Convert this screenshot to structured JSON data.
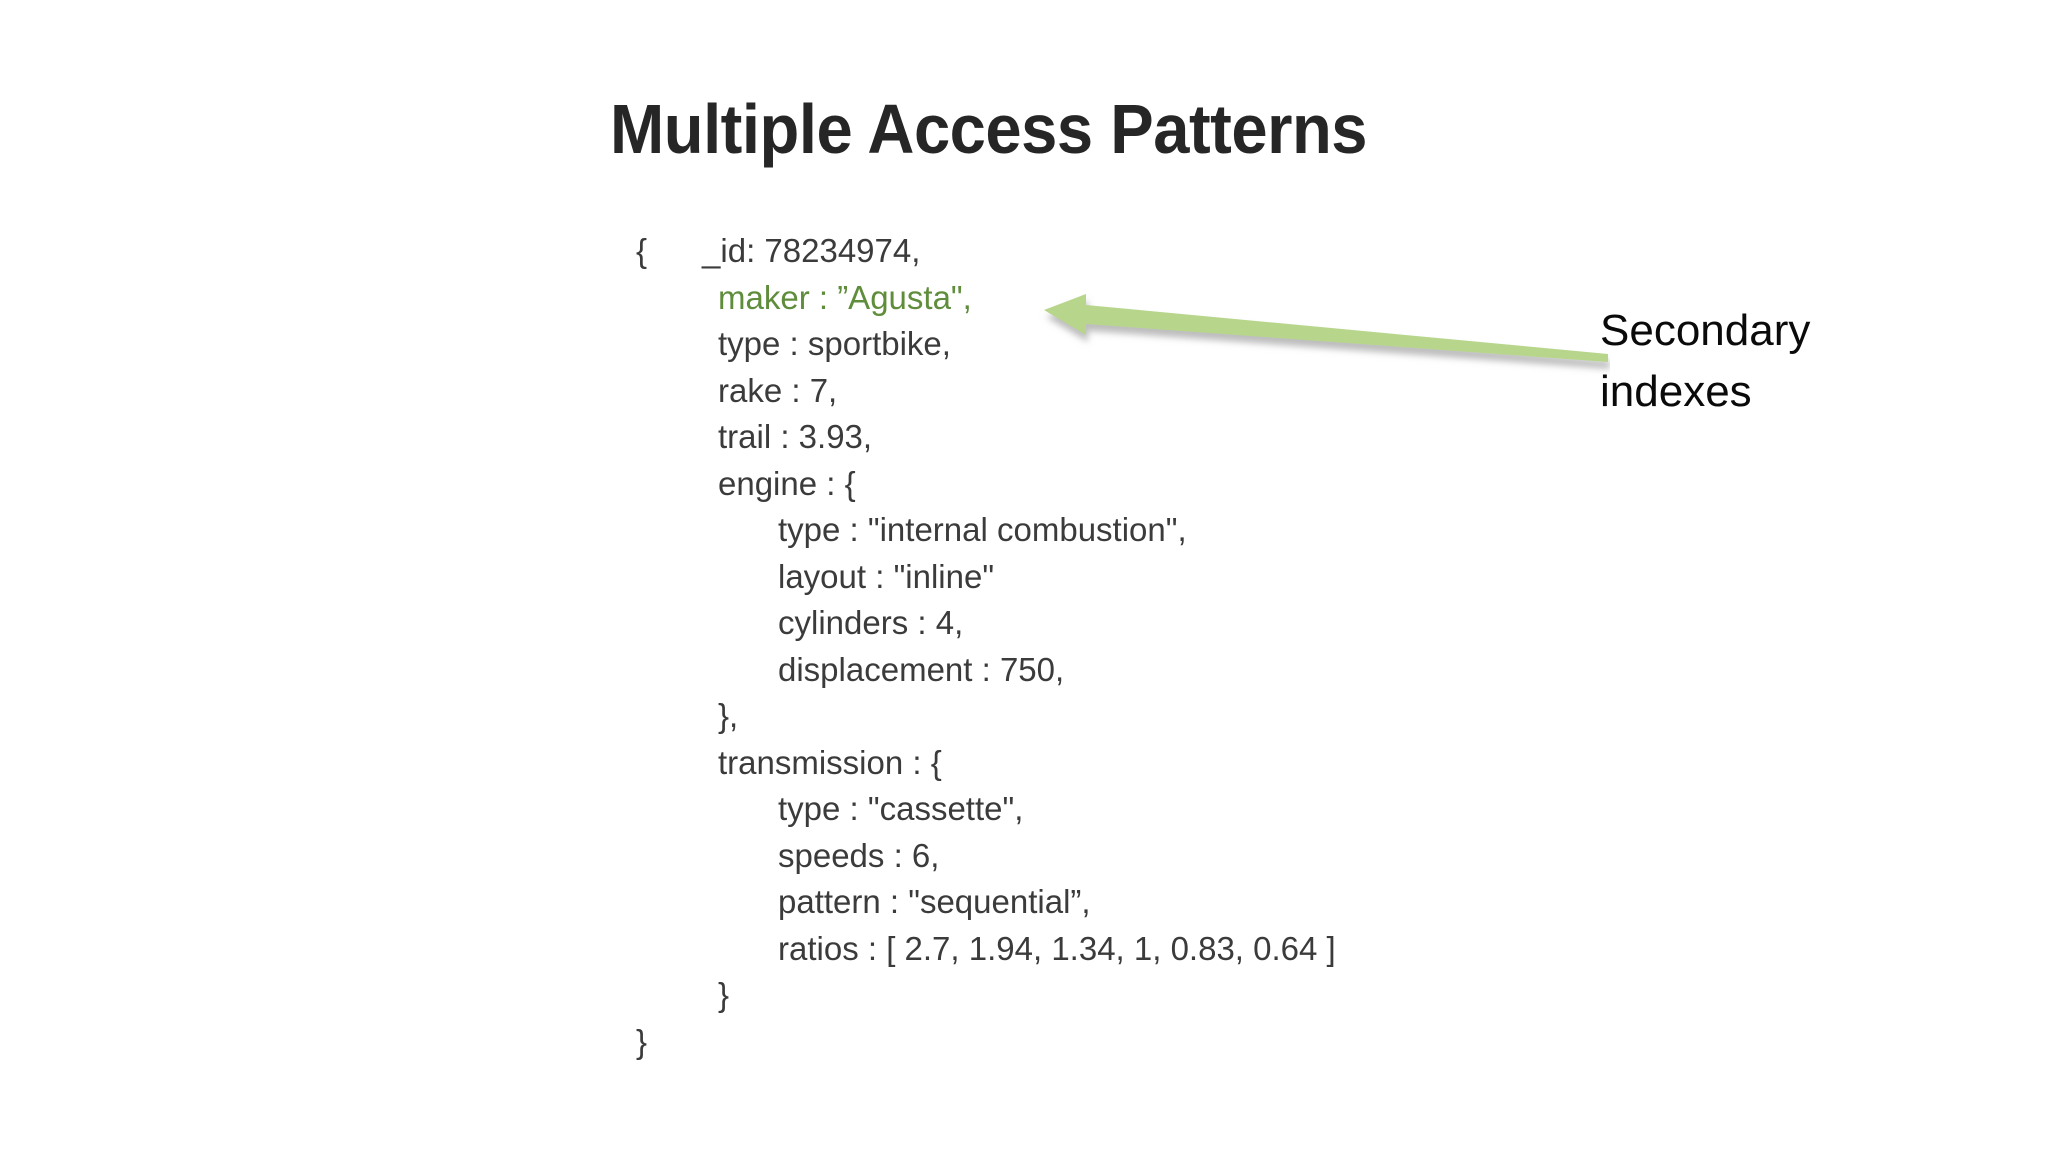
{
  "slide": {
    "title": "Multiple Access Patterns",
    "background_color": "#ffffff",
    "title_color": "#262626"
  },
  "document": {
    "text_color": "#3b3b3b",
    "highlight_color": "#5f8d3c",
    "lines": [
      {
        "indent": 0,
        "text": "{      _id: 78234974,",
        "highlighted": false
      },
      {
        "indent": 1,
        "text": "maker : ”Agusta\",",
        "highlighted": true
      },
      {
        "indent": 1,
        "text": "type : sportbike,",
        "highlighted": false
      },
      {
        "indent": 1,
        "text": "rake : 7,",
        "highlighted": false
      },
      {
        "indent": 1,
        "text": "trail : 3.93,",
        "highlighted": false
      },
      {
        "indent": 1,
        "text": "engine : {",
        "highlighted": false
      },
      {
        "indent": 2,
        "text": "type : \"internal combustion\",",
        "highlighted": false
      },
      {
        "indent": 2,
        "text": "layout : \"inline\"",
        "highlighted": false
      },
      {
        "indent": 2,
        "text": "cylinders : 4,",
        "highlighted": false
      },
      {
        "indent": 2,
        "text": "displacement : 750,",
        "highlighted": false
      },
      {
        "indent": 1,
        "text": "},",
        "highlighted": false
      },
      {
        "indent": 1,
        "text": "transmission : {",
        "highlighted": false
      },
      {
        "indent": 2,
        "text": "type : \"cassette\",",
        "highlighted": false
      },
      {
        "indent": 2,
        "text": "speeds : 6,",
        "highlighted": false
      },
      {
        "indent": 2,
        "text": "pattern : \"sequential”,",
        "highlighted": false
      },
      {
        "indent": 2,
        "text": "ratios : [ 2.7, 1.94, 1.34, 1, 0.83, 0.64 ]",
        "highlighted": false
      },
      {
        "indent": 1,
        "text": "}",
        "highlighted": false
      },
      {
        "indent": 0,
        "text": "}",
        "highlighted": false
      }
    ]
  },
  "callout": {
    "label": "Secondary\nindexes",
    "arrow_color": "#b7d68c",
    "arrow_shadow_color": "#c9c9c9",
    "arrow_direction": "left"
  }
}
